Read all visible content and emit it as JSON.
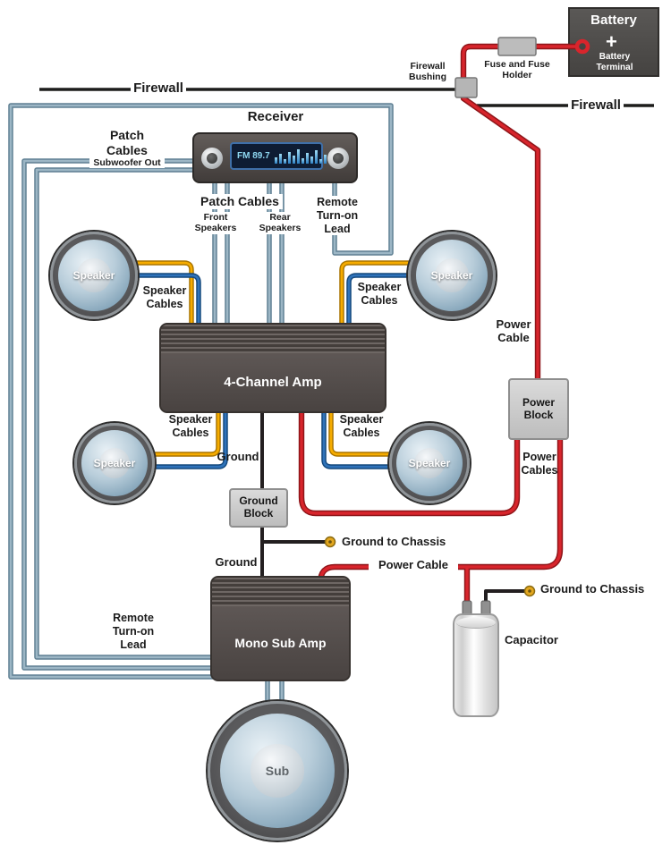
{
  "labels": {
    "firewall": "Firewall",
    "battery": "Battery",
    "battery_plus": "+",
    "battery_terminal": "Battery Terminal",
    "fuse_and_fuse_holder": "Fuse and Fuse Holder",
    "firewall_bushing": "Firewall Bushing",
    "receiver": "Receiver",
    "receiver_display": "FM 89.7",
    "patch_cables": "Patch Cables",
    "subwoofer_out": "Subwoofer Out",
    "front_speakers": "Front Speakers",
    "rear_speakers": "Rear Speakers",
    "remote_turn_on_lead": "Remote Turn-on Lead",
    "speaker": "Speaker",
    "speaker_cables": "Speaker Cables",
    "four_channel_amp": "4-Channel Amp",
    "ground": "Ground",
    "ground_block": "Ground Block",
    "ground_to_chassis": "Ground to Chassis",
    "power_cable": "Power Cable",
    "power_block": "Power Block",
    "power_cables": "Power Cables",
    "mono_sub_amp": "Mono Sub Amp",
    "capacitor": "Capacitor",
    "sub": "Sub"
  },
  "colors": {
    "power_cable_red": "#d8252c",
    "ground_wire_black": "#231f20",
    "patch_cable_blue_gray": "#9cb6c5",
    "speaker_wire_yellow": "#f6ac00",
    "speaker_wire_blue": "#2f73ba",
    "display_text_blue": "#8fd8f2",
    "battery_box_gray": "#4a4846",
    "amp_body_gray": "#57504e"
  }
}
